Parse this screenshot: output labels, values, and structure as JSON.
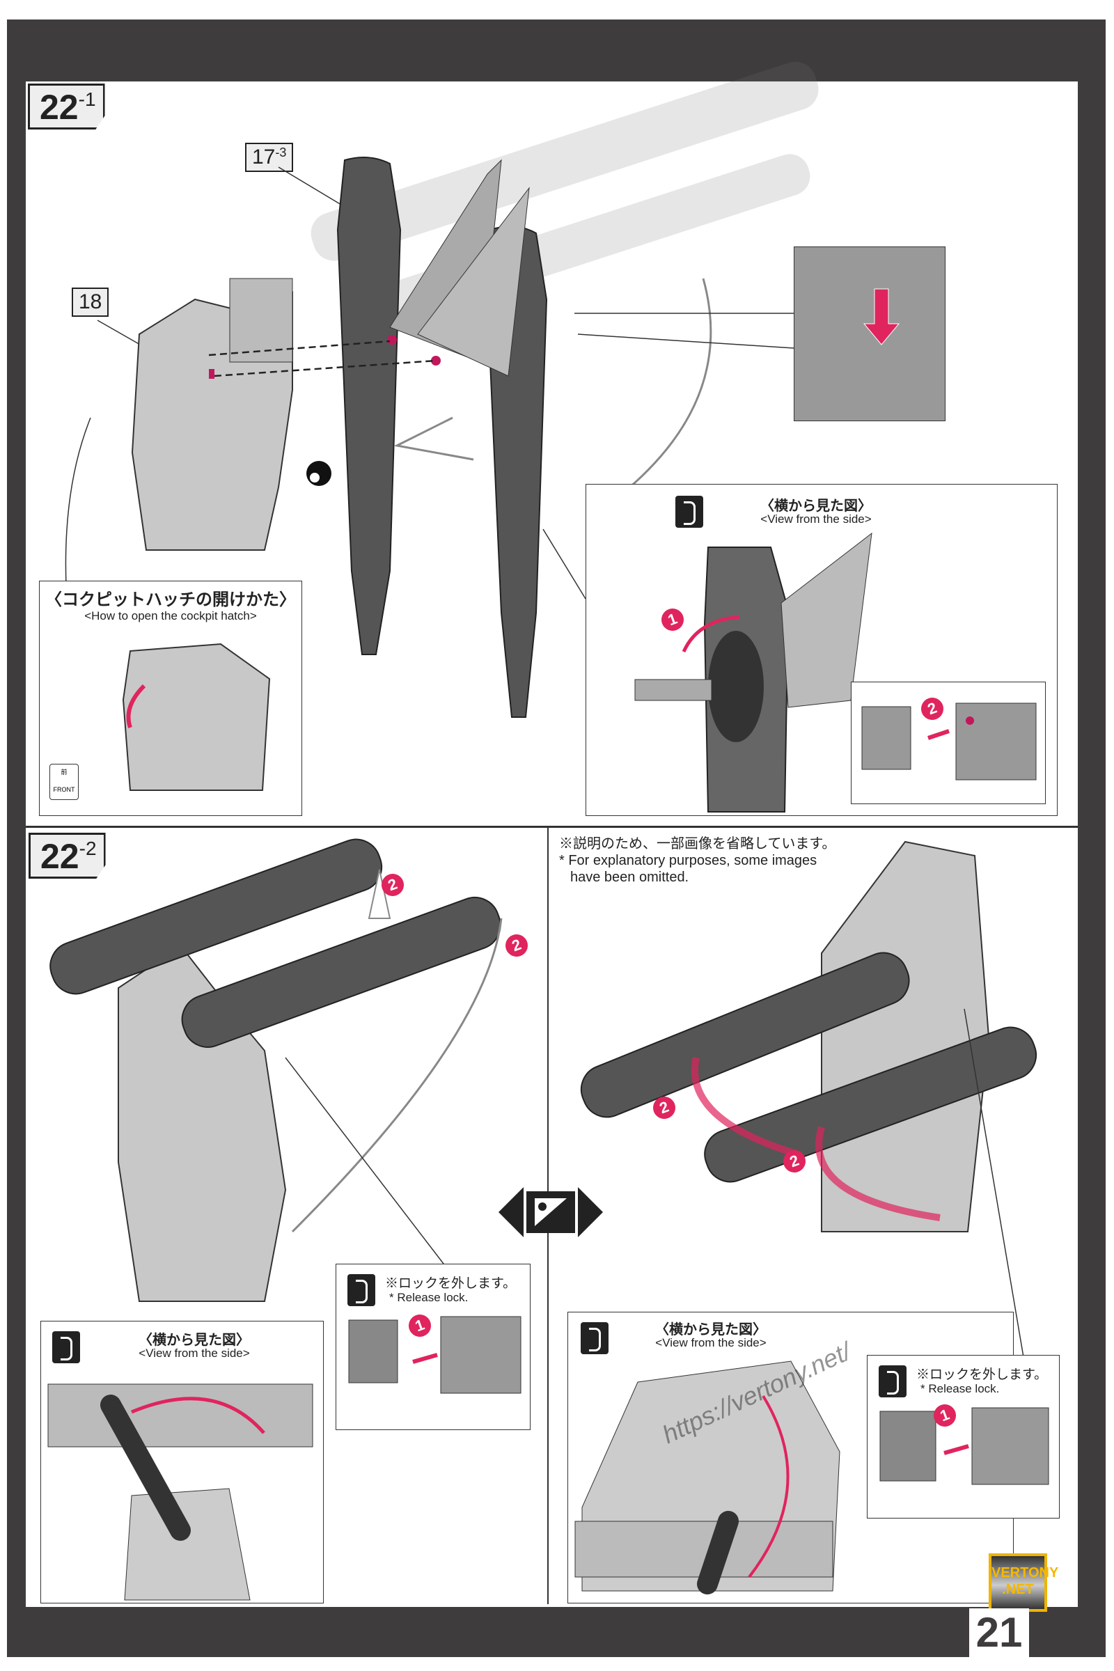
{
  "page_number": "21",
  "step_22_1": {
    "step_main": "22",
    "step_sub": "-1",
    "ref_a_main": "17",
    "ref_a_sub": "-3",
    "ref_b": "18",
    "cockpit_box": {
      "title_jp": "〈コクピットハッチの開けかた〉",
      "title_en": "<How to open the cockpit hatch>",
      "front_jp": "前",
      "front_en": "FRONT"
    },
    "side_view": {
      "title_jp": "〈横から見た図〉",
      "title_en": "<View from the side>",
      "marker_1": "1",
      "marker_2": "2"
    }
  },
  "step_22_2": {
    "step_main": "22",
    "step_sub": "-2",
    "note_jp": "※説明のため、一部画像を省略しています。",
    "note_en_1": "* For explanatory purposes, some images",
    "note_en_2": "have been omitted.",
    "markers": [
      "2",
      "2",
      "2",
      "2"
    ],
    "release_left": {
      "jp": "※ロックを外します。",
      "en": "* Release lock.",
      "marker": "1"
    },
    "release_right": {
      "jp": "※ロックを外します。",
      "en": "* Release lock.",
      "marker": "1"
    },
    "side_left": {
      "title_jp": "〈横から見た図〉",
      "title_en": "<View from the side>"
    },
    "side_right": {
      "title_jp": "〈横から見た図〉",
      "title_en": "<View from the side>"
    }
  },
  "watermark": {
    "logo": "VERTONY .NET",
    "url": "https://vertony.net/"
  },
  "colors": {
    "accent": "#e0245e",
    "frame": "#3f3c3d",
    "logo": "#f5b800"
  }
}
